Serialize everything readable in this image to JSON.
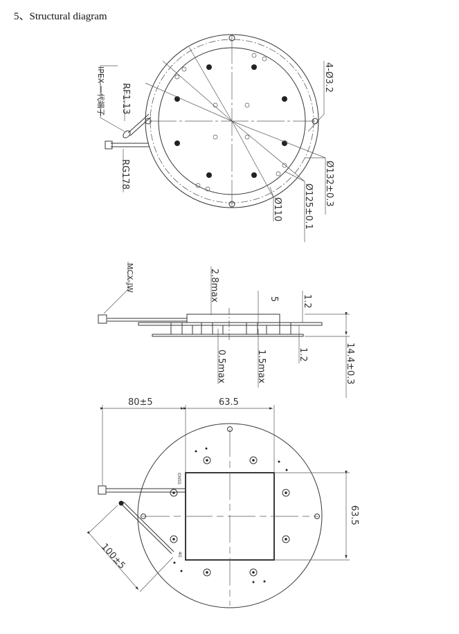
{
  "title": "5、Structural diagram",
  "top_view": {
    "labels": {
      "holes": "4-Ø3.2",
      "outer_diameter": "Ø132±0.3",
      "mid_diameter": "Ø125±0.1",
      "inner_diameter": "Ø110",
      "cable": "RF1.13",
      "connector": "IPEX-一代端子",
      "coax": "RG178"
    }
  },
  "side_view": {
    "labels": {
      "connector": "MCX-JW",
      "component_height": "2.8max",
      "gap": "5",
      "top_board": "1.2",
      "bottom_board": "1.2",
      "standoff_low": "0.5max",
      "standoff_mid": "1.5max",
      "total_height": "14.4±0.3"
    }
  },
  "bottom_view": {
    "labels": {
      "cable_length_gnss": "80±5",
      "module_width": "63.5",
      "module_height": "63.5",
      "cable_length_4g": "100±5",
      "gnss_tag": "GNSS",
      "lte_tag": "4G"
    }
  }
}
